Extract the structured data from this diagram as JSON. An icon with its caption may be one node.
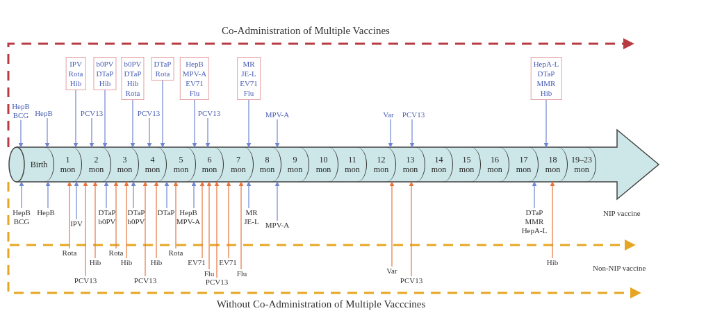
{
  "diagram": {
    "nodes": [
      {
        "text": [
          "HepB",
          "BCG"
        ]
      },
      {
        "text": [
          "HepB"
        ]
      },
      {
        "text": [
          "IPV",
          "Rota",
          "Hib"
        ]
      },
      {
        "text": [
          "PCV13"
        ]
      },
      {
        "text": [
          "b0PV",
          "DTaP",
          "Hib"
        ]
      },
      {
        "text": [
          "b0PV",
          "DTaP",
          "Hib",
          "Rota"
        ]
      },
      {
        "text": [
          "PCV13"
        ]
      },
      {
        "text": [
          "DTaP",
          "Rota"
        ]
      },
      {
        "text": [
          "HepB",
          "MPV-A",
          "EV71",
          "Flu"
        ]
      },
      {
        "text": [
          "PCV13"
        ]
      },
      {
        "text": [
          "MR",
          "JE-L",
          "EV71",
          "Flu"
        ]
      },
      {
        "text": [
          "MPV-A"
        ]
      },
      {
        "text": [
          "Var"
        ]
      },
      {
        "text": [
          "PCV13"
        ]
      },
      {
        "text": [
          "HepA-L",
          "DTaP",
          "MMR",
          "Hib"
        ]
      },
      {
        "text": [
          "Birth"
        ]
      },
      {
        "text": [
          "1 mon"
        ]
      },
      {
        "text": [
          "2 mon"
        ]
      },
      {
        "text": [
          "3 mon"
        ]
      },
      {
        "text": [
          "4 mon"
        ]
      },
      {
        "text": [
          "5 mon"
        ]
      },
      {
        "text": [
          "6 mon"
        ]
      },
      {
        "text": [
          "7 mon"
        ]
      },
      {
        "text": [
          "8 mon"
        ]
      },
      {
        "text": [
          "9 mon"
        ]
      },
      {
        "text": [
          "10 mon"
        ]
      },
      {
        "text": [
          "11 mon"
        ]
      },
      {
        "text": [
          "12 mon"
        ]
      },
      {
        "text": [
          "13 mon"
        ]
      },
      {
        "text": [
          "14 mon"
        ]
      },
      {
        "text": [
          "15 mon"
        ]
      },
      {
        "text": [
          "16 mon"
        ]
      },
      {
        "text": [
          "17 mon"
        ]
      },
      {
        "text": [
          "18 mon"
        ]
      },
      {
        "text": [
          "19–23 mon"
        ]
      },
      {
        "text": [
          "HepB",
          "BCG"
        ]
      },
      {
        "text": [
          "HepB"
        ]
      },
      {
        "text": [
          "Rota"
        ]
      },
      {
        "text": [
          "IPV"
        ]
      },
      {
        "text": [
          "PCV13"
        ]
      },
      {
        "text": [
          "Hib"
        ]
      },
      {
        "text": [
          "DTaP",
          "b0PV"
        ]
      },
      {
        "text": [
          "Rota"
        ]
      },
      {
        "text": [
          "Hib"
        ]
      },
      {
        "text": [
          "DTaP",
          "b0PV"
        ]
      },
      {
        "text": [
          "PCV13"
        ]
      },
      {
        "text": [
          "Hib"
        ]
      },
      {
        "text": [
          "DTaP"
        ]
      },
      {
        "text": [
          "Rota"
        ]
      },
      {
        "text": [
          "HepB",
          "MPV-A"
        ]
      },
      {
        "text": [
          "EV71"
        ]
      },
      {
        "text": [
          "Flu"
        ]
      },
      {
        "text": [
          "PCV13"
        ]
      },
      {
        "text": [
          "EV71"
        ]
      },
      {
        "text": [
          "Flu"
        ]
      },
      {
        "text": [
          "MR",
          "JE-L"
        ]
      },
      {
        "text": [
          "MPV-A"
        ]
      },
      {
        "text": [
          "Var"
        ]
      },
      {
        "text": [
          "PCV13"
        ]
      },
      {
        "text": [
          "DTaP",
          "MMR",
          "HepA-L"
        ]
      },
      {
        "text": [
          "Hib"
        ]
      }
    ],
    "edges": [
      {
        "from": 0,
        "to": 15,
        "arrow": "to"
      },
      {
        "from": 1,
        "to": 15,
        "arrow": "to"
      },
      {
        "from": 2,
        "to": 16,
        "arrow": "to"
      },
      {
        "from": 3,
        "to": 17,
        "arrow": "to"
      },
      {
        "from": 4,
        "to": 17,
        "arrow": "to"
      },
      {
        "from": 5,
        "to": 18,
        "arrow": "to"
      },
      {
        "from": 6,
        "to": 19,
        "arrow": "to"
      },
      {
        "from": 7,
        "to": 19,
        "arrow": "to"
      },
      {
        "from": 8,
        "to": 20,
        "arrow": "to"
      },
      {
        "from": 9,
        "to": 21,
        "arrow": "to"
      },
      {
        "from": 10,
        "to": 22,
        "arrow": "to"
      },
      {
        "from": 11,
        "to": 23,
        "arrow": "to"
      },
      {
        "from": 12,
        "to": 27,
        "arrow": "to"
      },
      {
        "from": 13,
        "to": 28,
        "arrow": "to"
      },
      {
        "from": 14,
        "to": 33,
        "arrow": "to"
      },
      {
        "from": 35,
        "to": 15,
        "arrow": "to"
      },
      {
        "from": 36,
        "to": 15,
        "arrow": "to"
      },
      {
        "from": 37,
        "to": 16,
        "arrow": "to",
        "color": "#e8743b"
      },
      {
        "from": 38,
        "to": 16,
        "arrow": "to"
      },
      {
        "from": 39,
        "to": 17,
        "arrow": "to",
        "color": "#e8743b"
      },
      {
        "from": 40,
        "to": 17,
        "arrow": "to",
        "color": "#e8743b"
      },
      {
        "from": 41,
        "to": 17,
        "arrow": "to"
      },
      {
        "from": 42,
        "to": 18,
        "arrow": "to",
        "color": "#e8743b"
      },
      {
        "from": 43,
        "to": 18,
        "arrow": "to",
        "color": "#e8743b"
      },
      {
        "from": 44,
        "to": 18,
        "arrow": "to"
      },
      {
        "from": 45,
        "to": 19,
        "arrow": "to",
        "color": "#e8743b"
      },
      {
        "from": 46,
        "to": 19,
        "arrow": "to",
        "color": "#e8743b"
      },
      {
        "from": 47,
        "to": 19,
        "arrow": "to"
      },
      {
        "from": 48,
        "to": 20,
        "arrow": "to",
        "color": "#e8743b"
      },
      {
        "from": 49,
        "to": 20,
        "arrow": "to"
      },
      {
        "from": 50,
        "to": 21,
        "arrow": "to",
        "color": "#e8743b"
      },
      {
        "from": 51,
        "to": 21,
        "arrow": "to",
        "color": "#e8743b"
      },
      {
        "from": 52,
        "to": 21,
        "arrow": "to",
        "color": "#e8743b"
      },
      {
        "from": 53,
        "to": 22,
        "arrow": "to",
        "color": "#e8743b"
      },
      {
        "from": 54,
        "to": 22,
        "arrow": "to",
        "color": "#e8743b"
      },
      {
        "from": 55,
        "to": 22,
        "arrow": "to"
      },
      {
        "from": 56,
        "to": 23,
        "arrow": "to"
      },
      {
        "from": 57,
        "to": 27,
        "arrow": "to",
        "color": "#e8743b"
      },
      {
        "from": 58,
        "to": 28,
        "arrow": "to",
        "color": "#e8743b"
      },
      {
        "from": 59,
        "to": 32,
        "arrow": "to"
      },
      {
        "from": 60,
        "to": 33,
        "arrow": "to",
        "color": "#e8743b"
      }
    ],
    "labels": [
      "Co-Administration of Multiple Vaccines",
      "NIP vaccine",
      "Non-NIP vaccine",
      "Without Co-Administration of Multiple Vacccines"
    ]
  }
}
